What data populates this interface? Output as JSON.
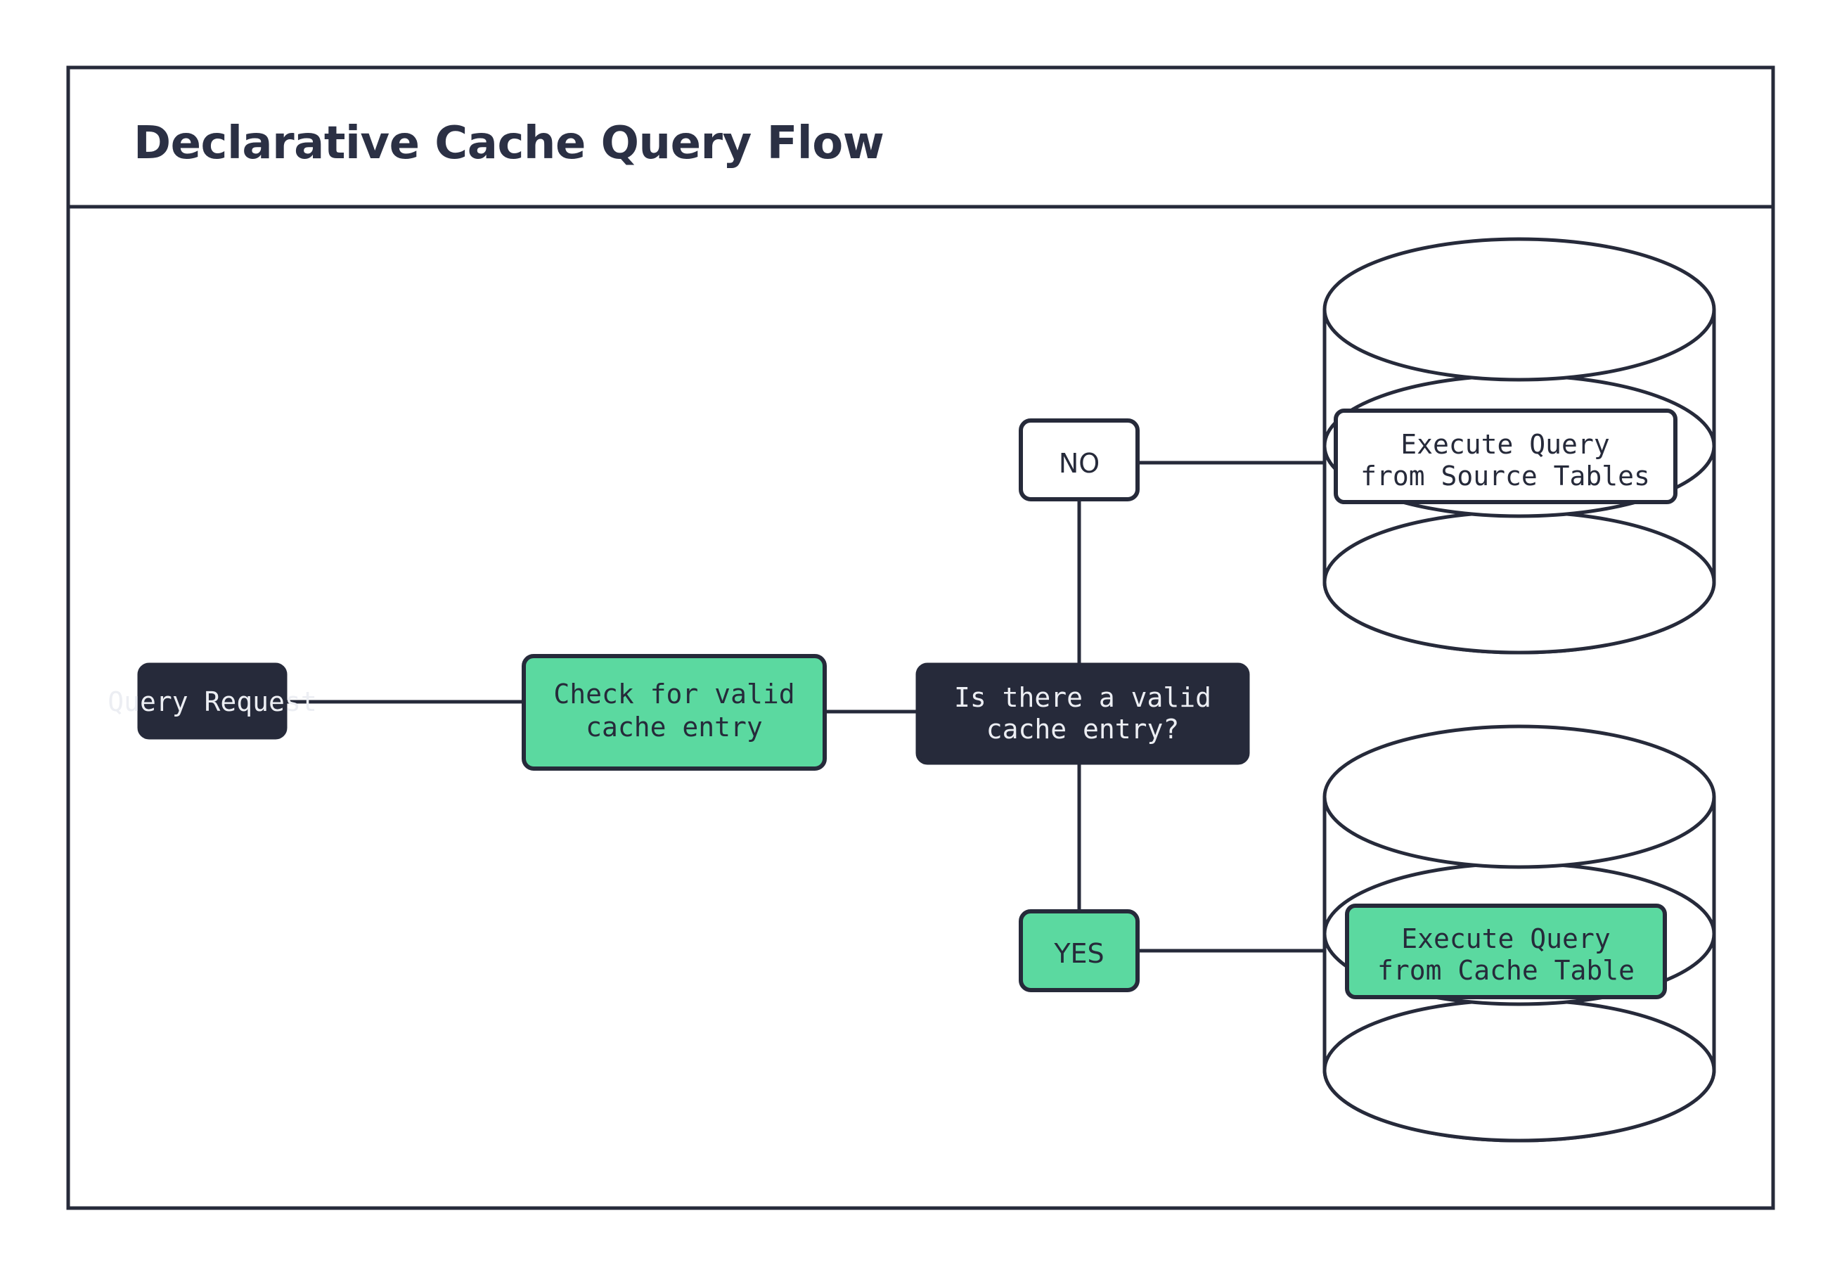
{
  "page": {
    "background_color": "#ffffff",
    "frame_border_color": "#262a3a"
  },
  "header": {
    "title": "Declarative Cache Query Flow"
  },
  "palette": {
    "dark": "#262a3a",
    "green": "#5bd9a0",
    "white": "#ffffff",
    "light_text": "#eceef3"
  },
  "flow": {
    "nodes": [
      {
        "id": "query-request",
        "label": "Query Request",
        "lines": [
          "Query Request"
        ],
        "style": "dark",
        "shape": "rounded-rect"
      },
      {
        "id": "check-cache",
        "label": "Check for valid cache entry",
        "lines": [
          "Check for valid",
          "cache entry"
        ],
        "style": "green",
        "shape": "rounded-rect"
      },
      {
        "id": "decision",
        "label": "Is there a valid cache entry?",
        "lines": [
          "Is there a valid",
          "cache entry?"
        ],
        "style": "dark",
        "shape": "rounded-rect"
      },
      {
        "id": "branch-no",
        "label": "NO",
        "lines": [
          "NO"
        ],
        "style": "white",
        "shape": "rounded-rect"
      },
      {
        "id": "branch-yes",
        "label": "YES",
        "lines": [
          "YES"
        ],
        "style": "green",
        "shape": "rounded-rect"
      },
      {
        "id": "source-tables-db",
        "label": "Execute Query from Source Tables",
        "lines": [
          "Execute Query",
          "from Source Tables"
        ],
        "style": "white",
        "shape": "database-cylinder"
      },
      {
        "id": "cache-table-db",
        "label": "Execute Query from Cache Table",
        "lines": [
          "Execute Query",
          "from Cache Table"
        ],
        "style": "green",
        "shape": "database-cylinder"
      }
    ],
    "edges": [
      {
        "from": "query-request",
        "to": "check-cache",
        "label": ""
      },
      {
        "from": "check-cache",
        "to": "decision",
        "label": ""
      },
      {
        "from": "decision",
        "to": "branch-no",
        "label": "NO"
      },
      {
        "from": "decision",
        "to": "branch-yes",
        "label": "YES"
      },
      {
        "from": "branch-no",
        "to": "source-tables-db",
        "label": ""
      },
      {
        "from": "branch-yes",
        "to": "cache-table-db",
        "label": ""
      }
    ]
  }
}
